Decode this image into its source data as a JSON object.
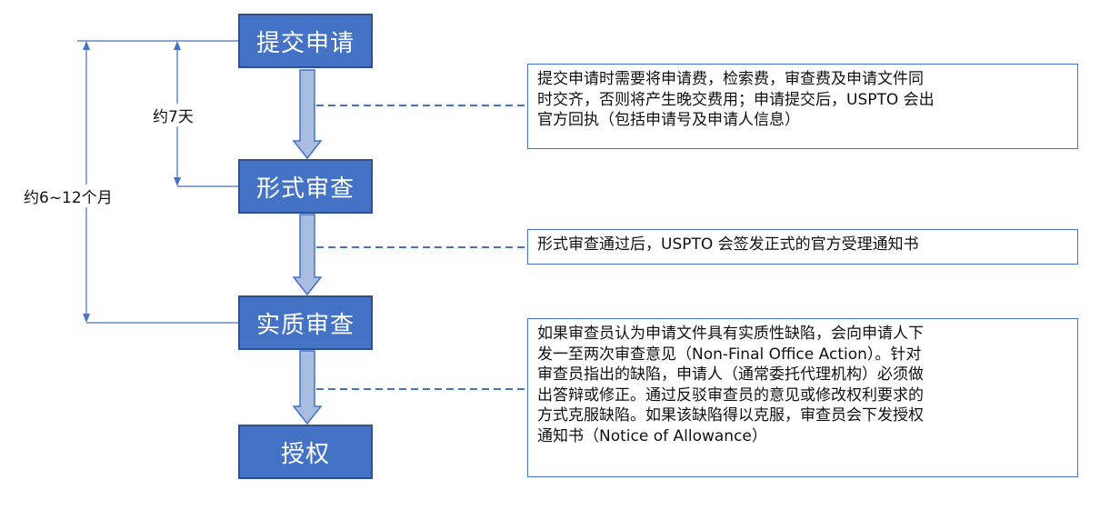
{
  "steps": [
    {
      "label": "提交申请"
    },
    {
      "label": "形式审查"
    },
    {
      "label": "实质审查"
    },
    {
      "label": "授权"
    }
  ],
  "notes": [
    {
      "text": "提交申请时需要将申请费，检索费，审查费及申请文件同\n时交齐，否则将产生晚交费用；申请提交后，USPTO 会出\n官方回执（包括申请号及申请人信息）"
    },
    {
      "text": "形式审查通过后，USPTO 会签发正式的官方受理通知书"
    },
    {
      "text": "如果审查员认为申请文件具有实质性缺陷，会向申请人下\n发一至两次审查意见（Non-Final Office Action）。针对\n审查员指出的缺陷，申请人（通常委托代理机构）必须做\n出答辩或修正。通过反驳审查员的意见或修改权利要求的\n方式克服缺陷。如果该缺陷得以克服，审查员会下发授权\n通知书（Notice of Allowance）"
    }
  ],
  "durations": [
    {
      "label": "约7天"
    },
    {
      "label": "约6~12个月"
    }
  ],
  "colors": {
    "box_fill": "#4472C4",
    "box_border": "#2F528F",
    "arrow_fill": "#A9BCE1",
    "line": "#4472C4"
  }
}
